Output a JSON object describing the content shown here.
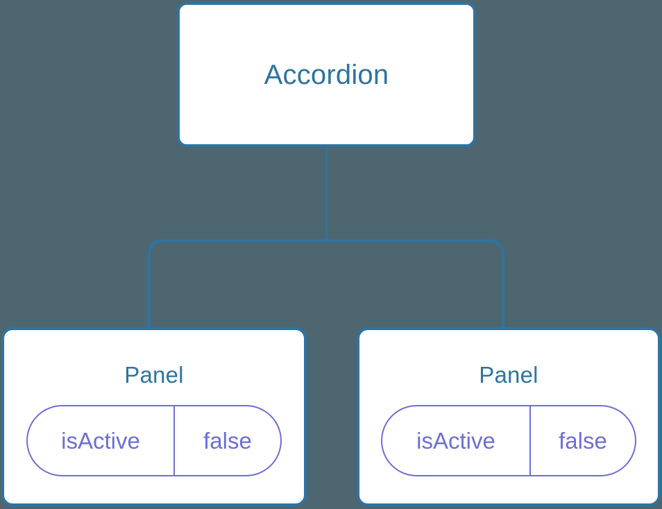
{
  "diagram": {
    "type": "component-tree",
    "background_color": "#4d6670",
    "node_border_color": "#2e74a0",
    "node_title_color": "#2e74a0",
    "connector_color": "#2e74a0",
    "pill_color": "#6b6fd6",
    "root": {
      "title": "Accordion"
    },
    "children": [
      {
        "title": "Panel",
        "state": {
          "key": "isActive",
          "value": "false"
        }
      },
      {
        "title": "Panel",
        "state": {
          "key": "isActive",
          "value": "false"
        }
      }
    ]
  }
}
